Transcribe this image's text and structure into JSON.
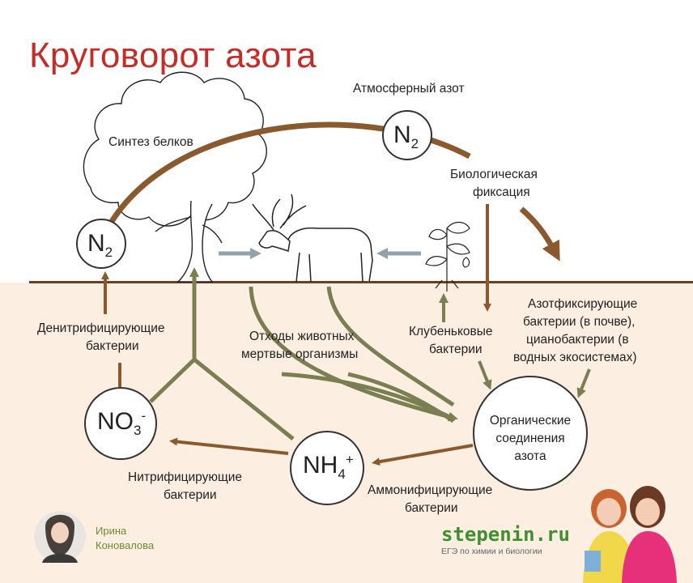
{
  "title": "Круговорот азота",
  "labels": {
    "atmospheric_nitrogen": "Атмосферный азот",
    "protein_synthesis": "Синтез белков",
    "biological_fixation_1": "Биологическая",
    "biological_fixation_2": "фиксация",
    "nitrogen_fixing_1": "Азотфиксирующие",
    "nitrogen_fixing_2": "бактерии (в почве),",
    "nitrogen_fixing_3": "цианобактерии (в",
    "nitrogen_fixing_4": "водных экосистемах)",
    "denitrifying_1": "Денитрифицирующие",
    "denitrifying_2": "бактерии",
    "animal_waste_1": "Отходы животных",
    "animal_waste_2": "мертвые организмы",
    "nodule_1": "Клубеньковые",
    "nodule_2": "бактерии",
    "nitrifying_1": "Нитрифицирующие",
    "nitrifying_2": "бактерии",
    "ammonifying_1": "Аммонифицирующие",
    "ammonifying_2": "бактерии",
    "organic_1": "Органические",
    "organic_2": "соединения",
    "organic_3": "азота"
  },
  "compounds": {
    "n2_main": "N",
    "n2_main_sub": "2",
    "n2_left": "N",
    "n2_left_sub": "2",
    "no3": "NO",
    "no3_sub": "3",
    "no3_sup": "-",
    "nh4": "NH",
    "nh4_sub": "4",
    "nh4_sup": "+"
  },
  "footer": {
    "author_first": "Ирина",
    "author_last": "Коновалова",
    "brand": "stepenin.ru",
    "brand_sub": "ЕГЭ по химии и биологии"
  },
  "colors": {
    "title": "#c62b26",
    "brown_arrow": "#8a5a2e",
    "green_arrow": "#7a7f52",
    "blue_arrow": "#8fa3ad",
    "soil": "#fdeee2",
    "ground_line": "#6b3f22",
    "brand": "#3f8f30"
  }
}
